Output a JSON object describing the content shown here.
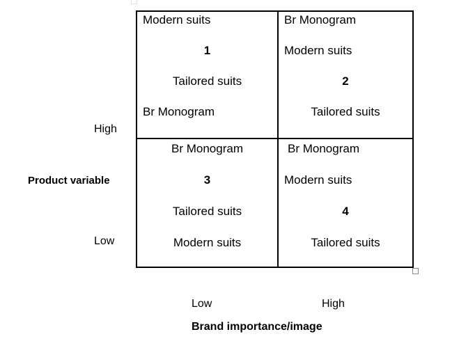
{
  "matrix": {
    "quadrants": {
      "q1": {
        "lines": [
          "Modern suits",
          "1",
          "Tailored suits",
          "Br Monogram"
        ]
      },
      "q2": {
        "lines": [
          "Br Monogram",
          "Modern suits",
          "2",
          "Tailored suits"
        ]
      },
      "q3": {
        "lines": [
          "Br Monogram",
          "3",
          "Tailored suits",
          "Modern suits"
        ]
      },
      "q4": {
        "lines": [
          "Br Monogram",
          "Modern suits",
          "4",
          "Tailored suits"
        ]
      }
    }
  },
  "y_axis": {
    "label": "Product variable",
    "top_tick": "High",
    "bottom_tick": "Low"
  },
  "x_axis": {
    "label": "Brand importance/image",
    "left_tick": "Low",
    "right_tick": "High"
  },
  "colors": {
    "border": "#000000",
    "text": "#000000",
    "handle_border": "#8a8a8a",
    "background": "#ffffff"
  }
}
